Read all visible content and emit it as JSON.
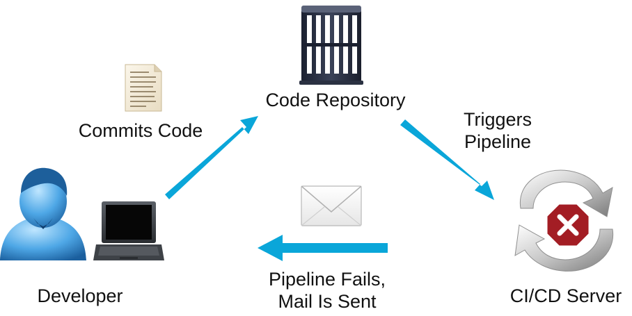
{
  "nodes": {
    "repository": {
      "label": "Code Repository"
    },
    "developer": {
      "label": "Developer"
    },
    "ci_server": {
      "label": "CI/CD Server"
    }
  },
  "edges": {
    "commit": {
      "label": "Commits Code"
    },
    "trigger": {
      "line1": "Triggers",
      "line2": "Pipeline"
    },
    "notify": {
      "line1": "Pipeline Fails,",
      "line2": "Mail Is Sent"
    }
  },
  "colors": {
    "arrow": "#0aa6d9",
    "fail_badge": "#a31d24",
    "text": "#111111"
  },
  "icons": [
    "server-rack-icon",
    "document-icon",
    "user-avatar-icon",
    "laptop-icon",
    "envelope-icon",
    "refresh-cycle-icon",
    "fail-x-icon"
  ]
}
